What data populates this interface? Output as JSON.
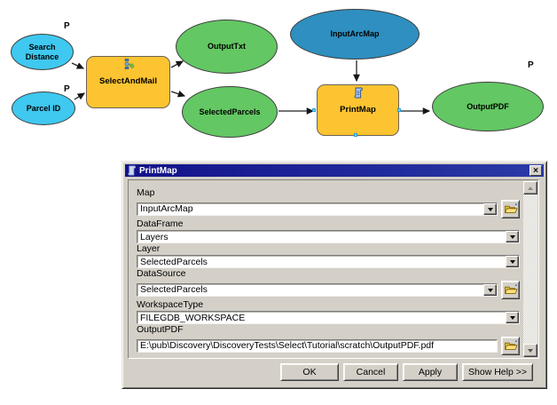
{
  "diagram": {
    "p_labels": [
      "P",
      "P",
      "P"
    ],
    "nodes": {
      "search_distance": {
        "label": "Search Distance",
        "kind": "input-parameter"
      },
      "parcel_id": {
        "label": "Parcel ID",
        "kind": "input-parameter"
      },
      "select_and_mail": {
        "label": "SelectAndMail",
        "kind": "model-tool"
      },
      "output_txt": {
        "label": "OutputTxt",
        "kind": "derived-data"
      },
      "selected_parcels": {
        "label": "SelectedParcels",
        "kind": "derived-data"
      },
      "input_arc_map": {
        "label": "InputArcMap",
        "kind": "input-data"
      },
      "print_map": {
        "label": "PrintMap",
        "kind": "script-tool"
      },
      "output_pdf": {
        "label": "OutputPDF",
        "kind": "derived-data"
      }
    },
    "colors": {
      "input_parameter": "#3fc8f0",
      "input_data": "#2e8fc0",
      "derived_data": "#63c763",
      "tool": "#fdc431"
    }
  },
  "dialog": {
    "title": "PrintMap",
    "close_glyph": "×",
    "fields": [
      {
        "label": "Map",
        "value": "InputArcMap",
        "type": "combo",
        "browse": true
      },
      {
        "label": "DataFrame",
        "value": "Layers",
        "type": "combo",
        "browse": false
      },
      {
        "label": "Layer",
        "value": "SelectedParcels",
        "type": "combo",
        "browse": false
      },
      {
        "label": "DataSource",
        "value": "SelectedParcels",
        "type": "combo",
        "browse": true
      },
      {
        "label": "WorkspaceType",
        "value": "FILEGDB_WORKSPACE",
        "type": "combo",
        "browse": false
      },
      {
        "label": "OutputPDF",
        "value": "E:\\pub\\Discovery\\DiscoveryTests\\Select\\Tutorial\\scratch\\OutputPDF.pdf",
        "type": "text",
        "browse": true
      }
    ],
    "buttons": [
      "OK",
      "Cancel",
      "Apply",
      "Show Help >>"
    ]
  }
}
